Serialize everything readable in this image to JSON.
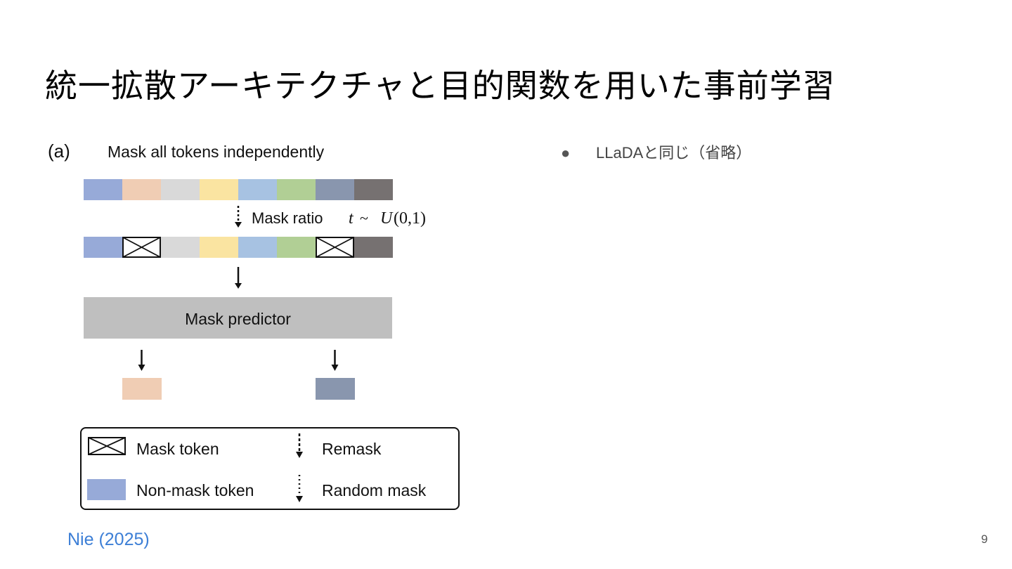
{
  "slide": {
    "title": "統一拡散アーキテクチャと目的関数を用いた事前学習",
    "bullet": "LLaDAと同じ（省略）",
    "bullet_marker": "●",
    "citation": "Nie (2025)",
    "page_number": "9"
  },
  "figure": {
    "panel_label": "(a)",
    "heading": "Mask all tokens independently",
    "mask_ratio_label": "Mask ratio",
    "mask_ratio_formula": {
      "t": "t",
      "sim": "~",
      "U": "U",
      "args": "(0,1)"
    },
    "predictor_label": "Mask predictor",
    "token_colors": [
      "#97aad8",
      "#f0cdb4",
      "#d9d9d9",
      "#fae4a1",
      "#a7c2e2",
      "#b1cf95",
      "#8996ae",
      "#767171"
    ],
    "masked_positions": [
      1,
      6
    ],
    "predicted_positions": [
      1,
      6
    ],
    "legend": {
      "mask_token": "Mask token",
      "non_mask_token": "Non-mask token",
      "remask": "Remask",
      "random_mask": "Random mask",
      "non_mask_color": "#97aad8"
    }
  }
}
